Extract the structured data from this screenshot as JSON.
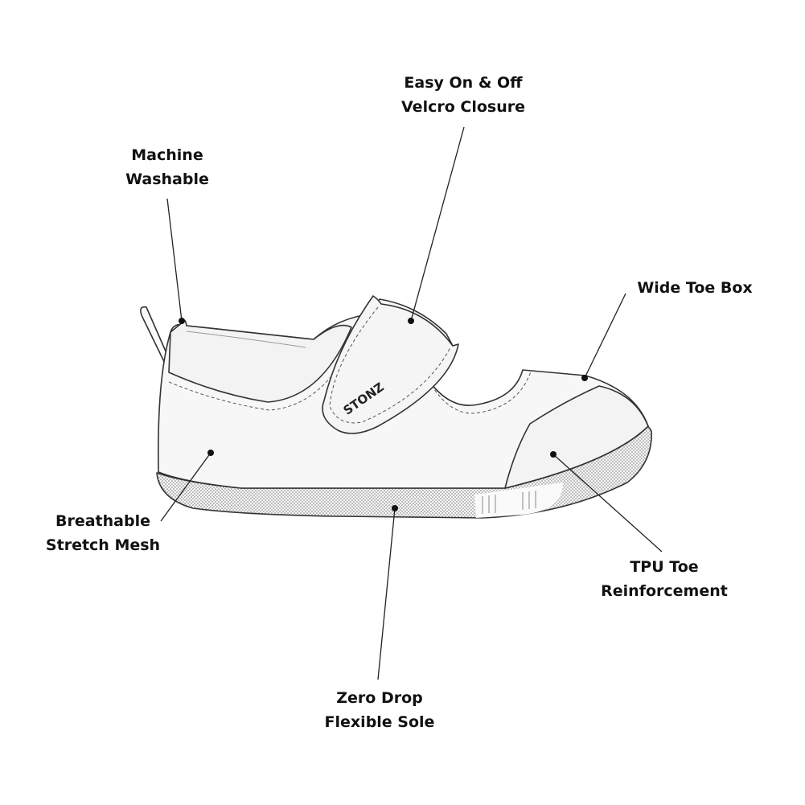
{
  "brand_logo": "STONZ",
  "callouts": [
    {
      "id": "velcro",
      "lines": [
        "Easy On & Off",
        "Velcro Closure"
      ]
    },
    {
      "id": "washable",
      "lines": [
        "Machine",
        "Washable"
      ]
    },
    {
      "id": "toebox",
      "lines": [
        "Wide Toe Box"
      ]
    },
    {
      "id": "mesh",
      "lines": [
        "Breathable",
        "Stretch Mesh"
      ]
    },
    {
      "id": "tpu",
      "lines": [
        "TPU Toe",
        "Reinforcement"
      ]
    },
    {
      "id": "sole",
      "lines": [
        "Zero Drop",
        "Flexible Sole"
      ]
    }
  ],
  "colors": {
    "ink": "#222222",
    "fill": "#f7f7f7",
    "sole": "#cfcfcf"
  }
}
